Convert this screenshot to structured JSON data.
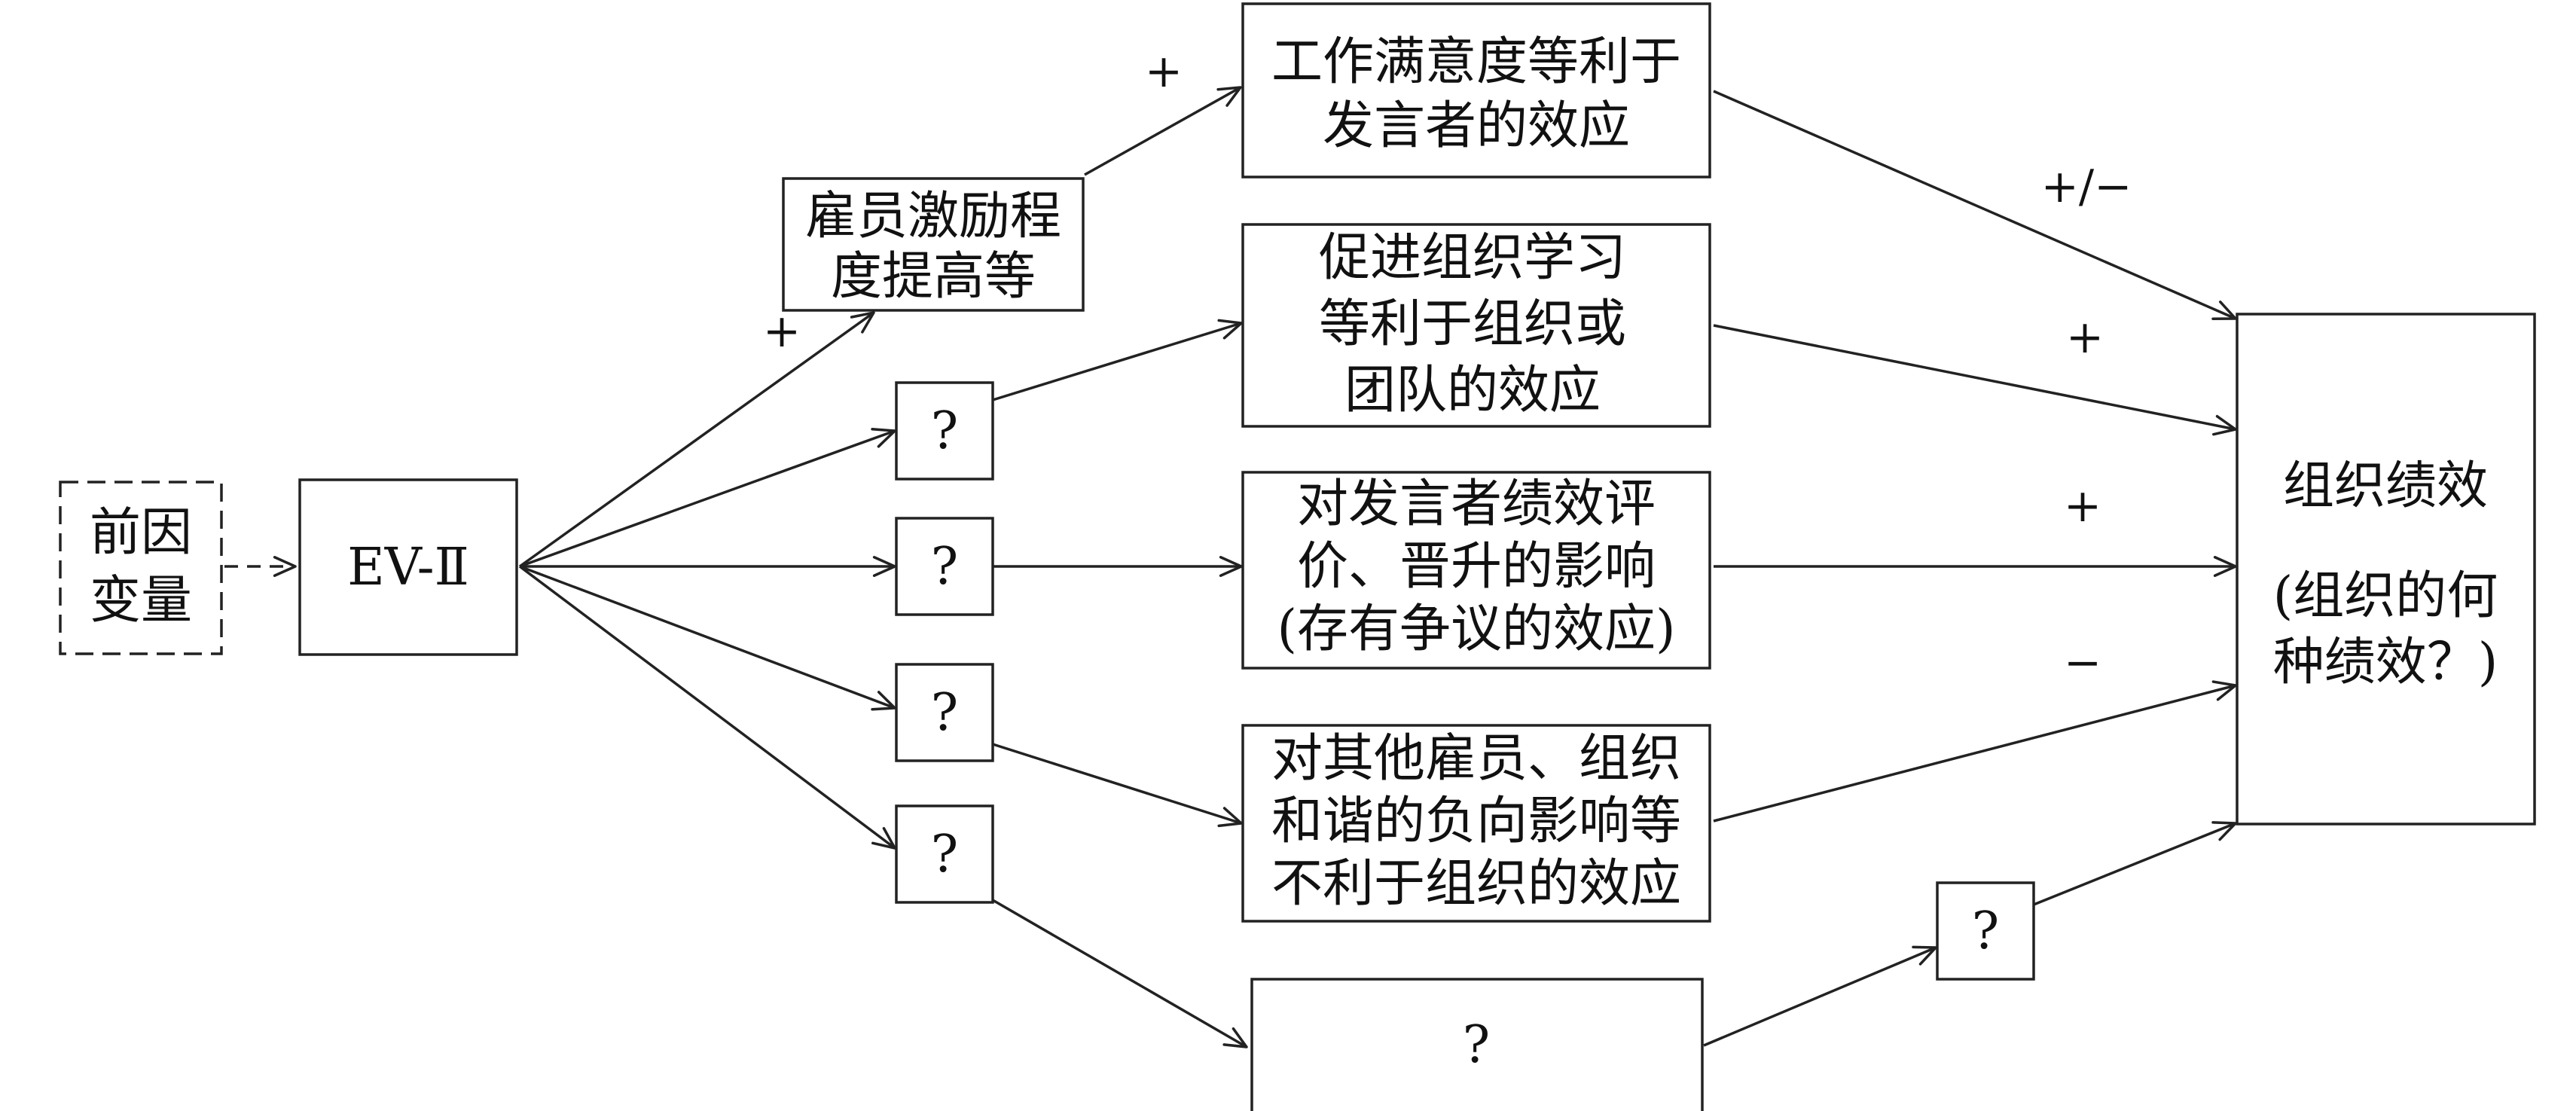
{
  "nodes": {
    "antecedent": [
      "前因",
      "变量"
    ],
    "ev2": [
      "EV-Ⅱ"
    ],
    "motivation": [
      "雇员激励程",
      "度提高等"
    ],
    "speaker_effects": [
      "工作满意度等利于",
      "发言者的效应"
    ],
    "org_learning": [
      "促进组织学习",
      "等利于组织或",
      "团队的效应"
    ],
    "evaluation": [
      "对发言者绩效评",
      "价、晋升的影响",
      "(存有争议的效应)"
    ],
    "harmony": [
      "对其他雇员、组织",
      "和谐的负向影响等",
      "不利于组织的效应"
    ],
    "q1": [
      "?"
    ],
    "q2": [
      "?"
    ],
    "q3": [
      "?"
    ],
    "q4": [
      "?"
    ],
    "q_bottom": [
      "?"
    ],
    "q_right": [
      "?"
    ],
    "performance_title": [
      "组织绩效"
    ],
    "performance_question": [
      "(组织的何",
      "种绩效？)"
    ]
  },
  "edge_labels": {
    "ev2_to_motivation": "+",
    "motivation_to_speaker": "+",
    "speaker_to_performance": "+/−",
    "learning_to_performance": "+",
    "evaluation_to_performance": "+",
    "harmony_to_performance": "−"
  }
}
